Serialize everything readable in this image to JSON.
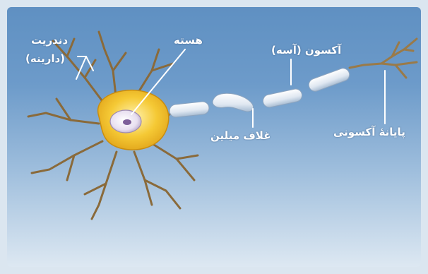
{
  "labels": {
    "dendrite_line1": "دندریت",
    "dendrite_line2": "(دارینه)",
    "nucleus": "هسته",
    "axon": "آکسون (آسه)",
    "myelin": "غلاف میلین",
    "axon_terminal": "پایانهٔ آکسونی"
  },
  "colors": {
    "background_top": "#5f90c2",
    "background_bottom": "#dde8f2",
    "cell_body": "#f2c230",
    "myelin": "#e6ecf3",
    "label_text": "#ffffff"
  }
}
